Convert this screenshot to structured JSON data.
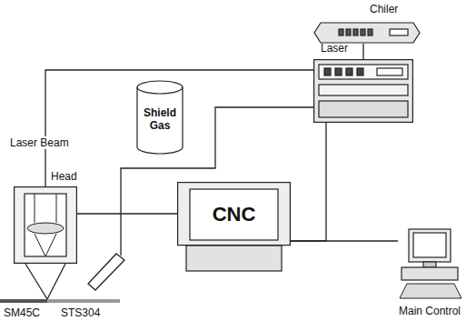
{
  "diagram": {
    "nodes": [
      {
        "text": [
          "Chiler"
        ]
      },
      {
        "text": [
          "Laser"
        ]
      },
      {
        "text": [
          "Shield Gas"
        ]
      },
      {
        "text": [
          "Head"
        ]
      },
      {
        "text": [
          "CNC"
        ]
      },
      {
        "text": [
          "Main Control"
        ]
      }
    ],
    "edges": [
      {
        "from": 0,
        "to": 1,
        "arrow": "none"
      },
      {
        "from": 1,
        "to": 3,
        "label": "Laser Beam",
        "arrow": "none"
      },
      {
        "from": 3,
        "to": 4,
        "arrow": "none"
      },
      {
        "from": 4,
        "to": 5,
        "arrow": "none"
      },
      {
        "from": 1,
        "to": 4,
        "arrow": "none"
      }
    ],
    "labels": [
      "SM45C",
      "STS304"
    ]
  }
}
